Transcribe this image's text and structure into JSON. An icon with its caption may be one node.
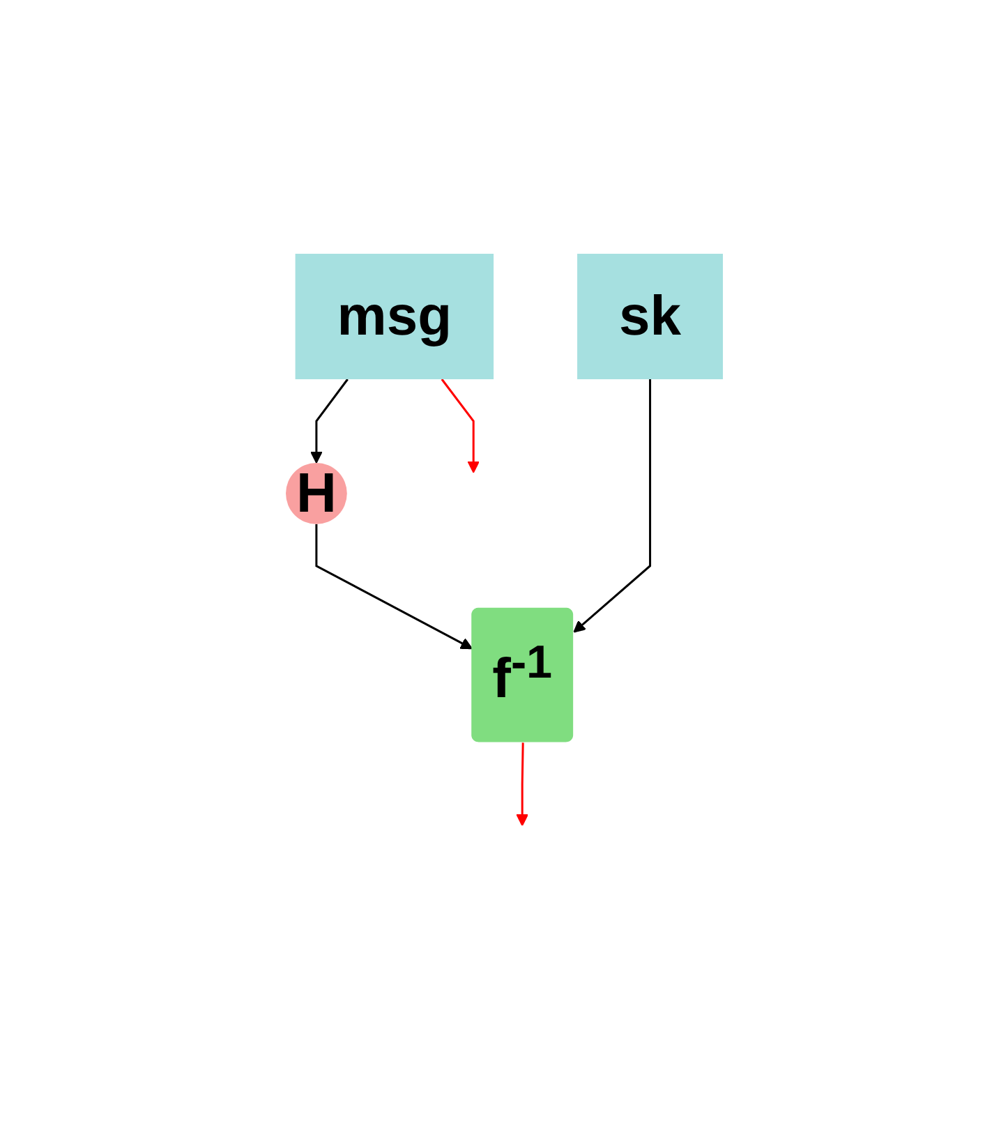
{
  "diagram": {
    "nodes": [
      {
        "text": [
          "sk"
        ]
      },
      {
        "text": [
          "msg"
        ]
      },
      {
        "text": [
          "H"
        ]
      },
      {
        "text": [
          "f$^{-1}$"
        ]
      }
    ],
    "edges": [
      {
        "from": 1,
        "to": 2,
        "arrow": "to"
      },
      {
        "from": 2,
        "to": 3,
        "arrow": "to"
      },
      {
        "from": 0,
        "to": 3,
        "arrow": "to"
      },
      {
        "from": 3,
        "to": null,
        "arrow": "to",
        "color": "#ff0000"
      },
      {
        "from": 1,
        "to": null,
        "arrow": "to",
        "color": "#ff0000"
      }
    ]
  }
}
